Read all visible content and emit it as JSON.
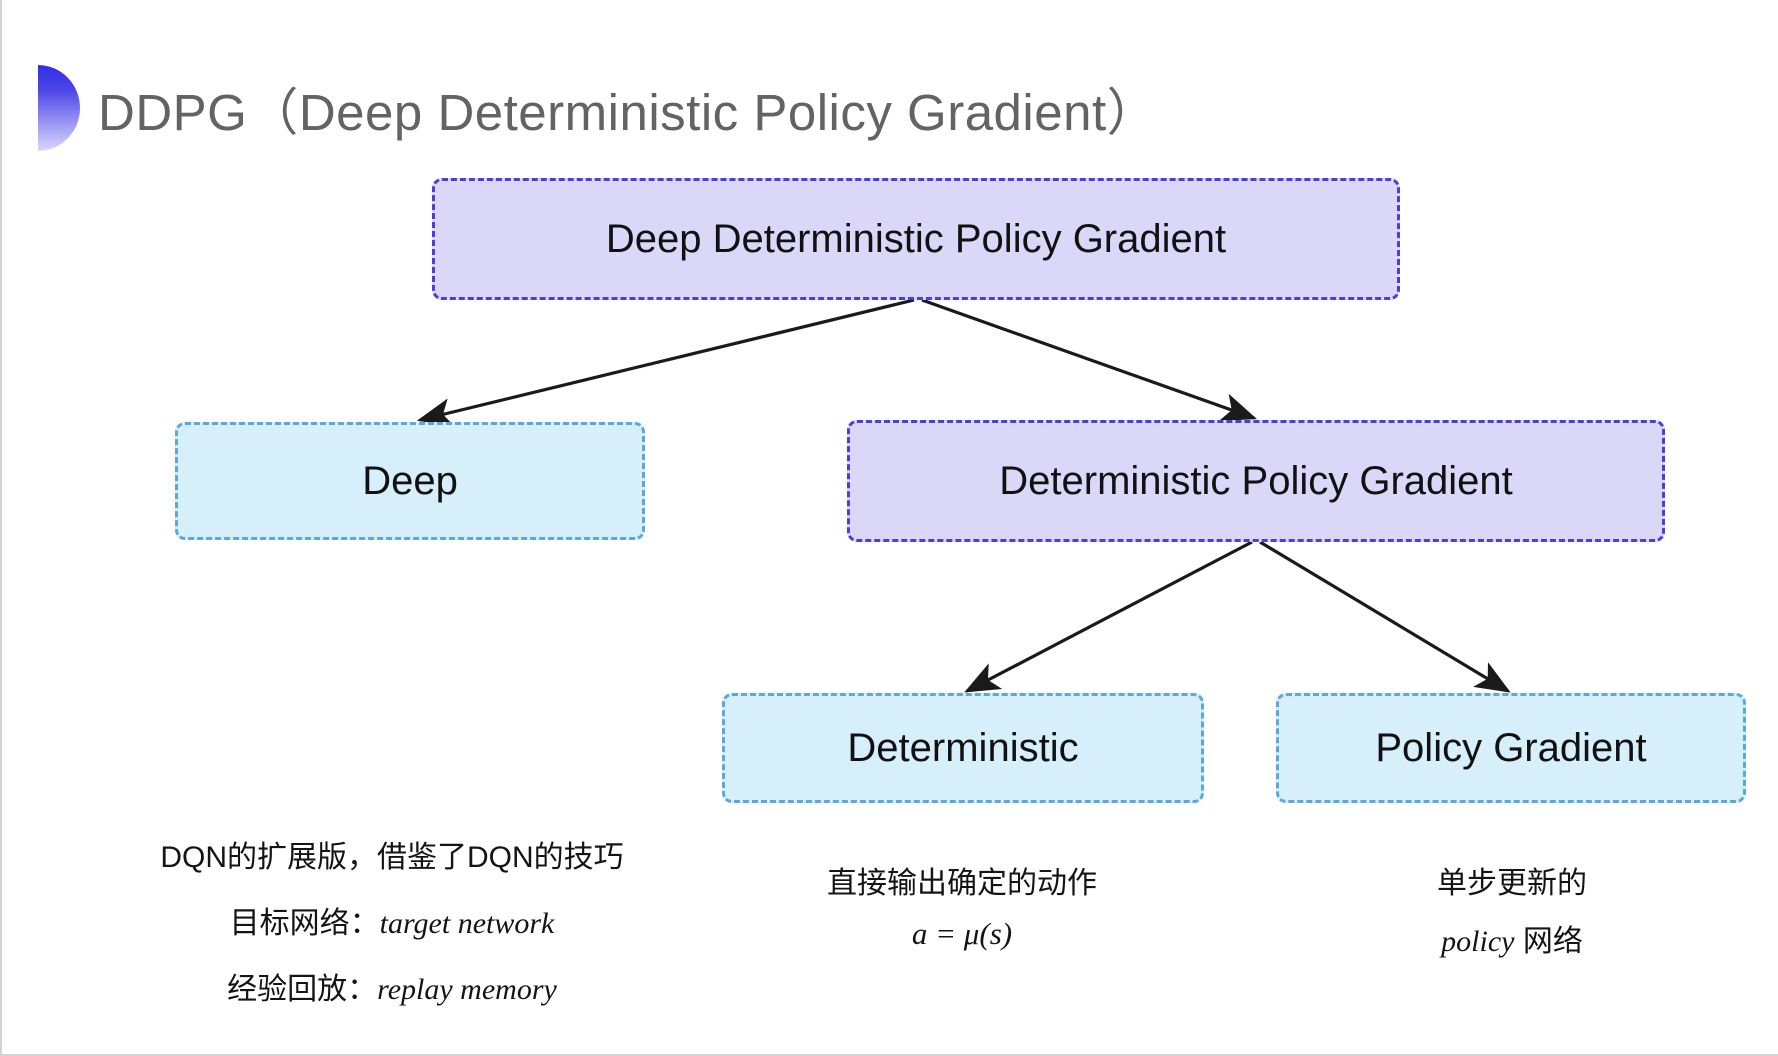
{
  "slide": {
    "title": "DDPG（Deep Deterministic Policy Gradient）",
    "background_color": "#ffffff"
  },
  "palette": {
    "purple_fill": "#dbd7f9",
    "purple_border": "#4a3fd6",
    "cyan_fill": "#d7eefb",
    "cyan_border": "#5aa8dd",
    "title_color": "#636363",
    "text_color": "#141414",
    "arrow_color": "#1a1a1a",
    "bullet_gradient_start": "#2f2fe8",
    "bullet_gradient_end": "#d9d7fb"
  },
  "diagram": {
    "nodes": {
      "root": "Deep Deterministic Policy Gradient",
      "deep": "Deep",
      "dpg": "Deterministic Policy Gradient",
      "deterministic": "Deterministic",
      "policy_gradient": "Policy Gradient"
    },
    "edges": [
      {
        "from": "root",
        "to": "deep"
      },
      {
        "from": "root",
        "to": "dpg"
      },
      {
        "from": "dpg",
        "to": "deterministic"
      },
      {
        "from": "dpg",
        "to": "policy_gradient"
      }
    ]
  },
  "annotations": {
    "deep": {
      "line1": "DQN的扩展版，借鉴了DQN的技巧",
      "line2_label": "目标网络：",
      "line2_term": "target network",
      "line3_label": "经验回放：",
      "line3_term": "replay memory"
    },
    "deterministic": {
      "line1": "直接输出确定的动作",
      "formula": "a = μ(s)"
    },
    "policy_gradient": {
      "line1": "单步更新的",
      "line2_term": "policy",
      "line2_suffix": " 网络"
    }
  }
}
